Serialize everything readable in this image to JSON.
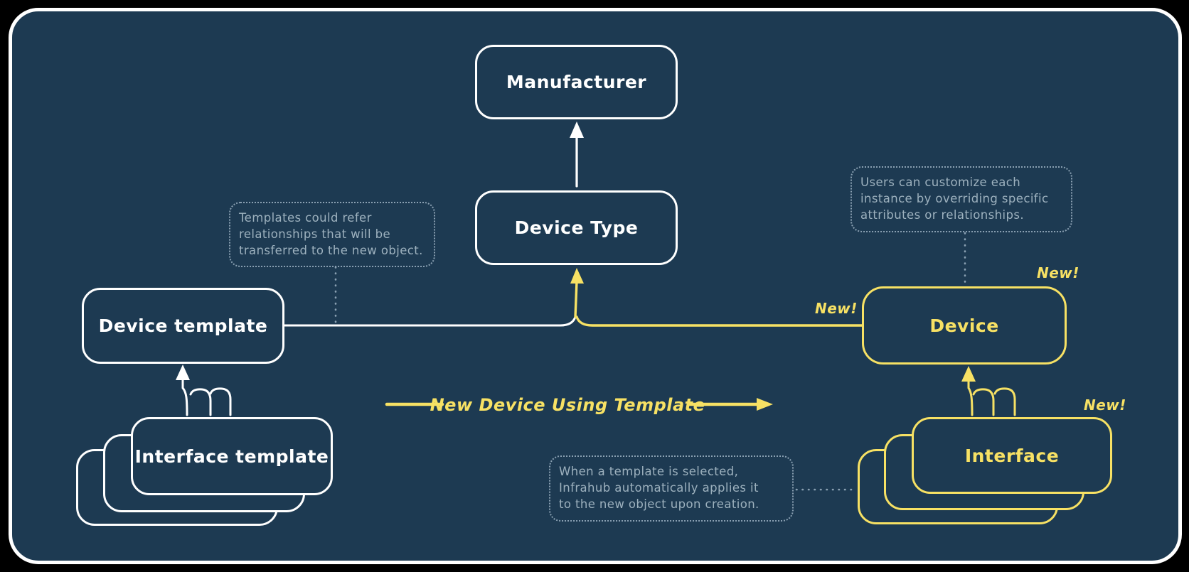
{
  "colors": {
    "outer_background": "#000000",
    "canvas_background": "#1d3a52",
    "stroke_white": "#ffffff",
    "stroke_yellow": "#f7e164",
    "note_text": "#9db1be",
    "note_border": "#8aa0b2"
  },
  "nodes": {
    "manufacturer": {
      "label": "Manufacturer"
    },
    "device_type": {
      "label": "Device Type"
    },
    "device_template": {
      "label": "Device template"
    },
    "interface_template": {
      "label": "Interface template"
    },
    "device": {
      "label": "Device"
    },
    "interface": {
      "label": "Interface"
    }
  },
  "notes": {
    "templates_note": {
      "lines": [
        "Templates could refer",
        "relationships that will be",
        "transferred to the new object."
      ]
    },
    "customize_note": {
      "lines": [
        "Users can customize each",
        "instance by overriding specific",
        "attributes or relationships."
      ]
    },
    "apply_note": {
      "lines": [
        "When a template is selected,",
        "Infrahub automatically applies it",
        "to the new object upon creation."
      ]
    }
  },
  "labels": {
    "flow": "New Device Using Template",
    "new_badge": "New!"
  }
}
